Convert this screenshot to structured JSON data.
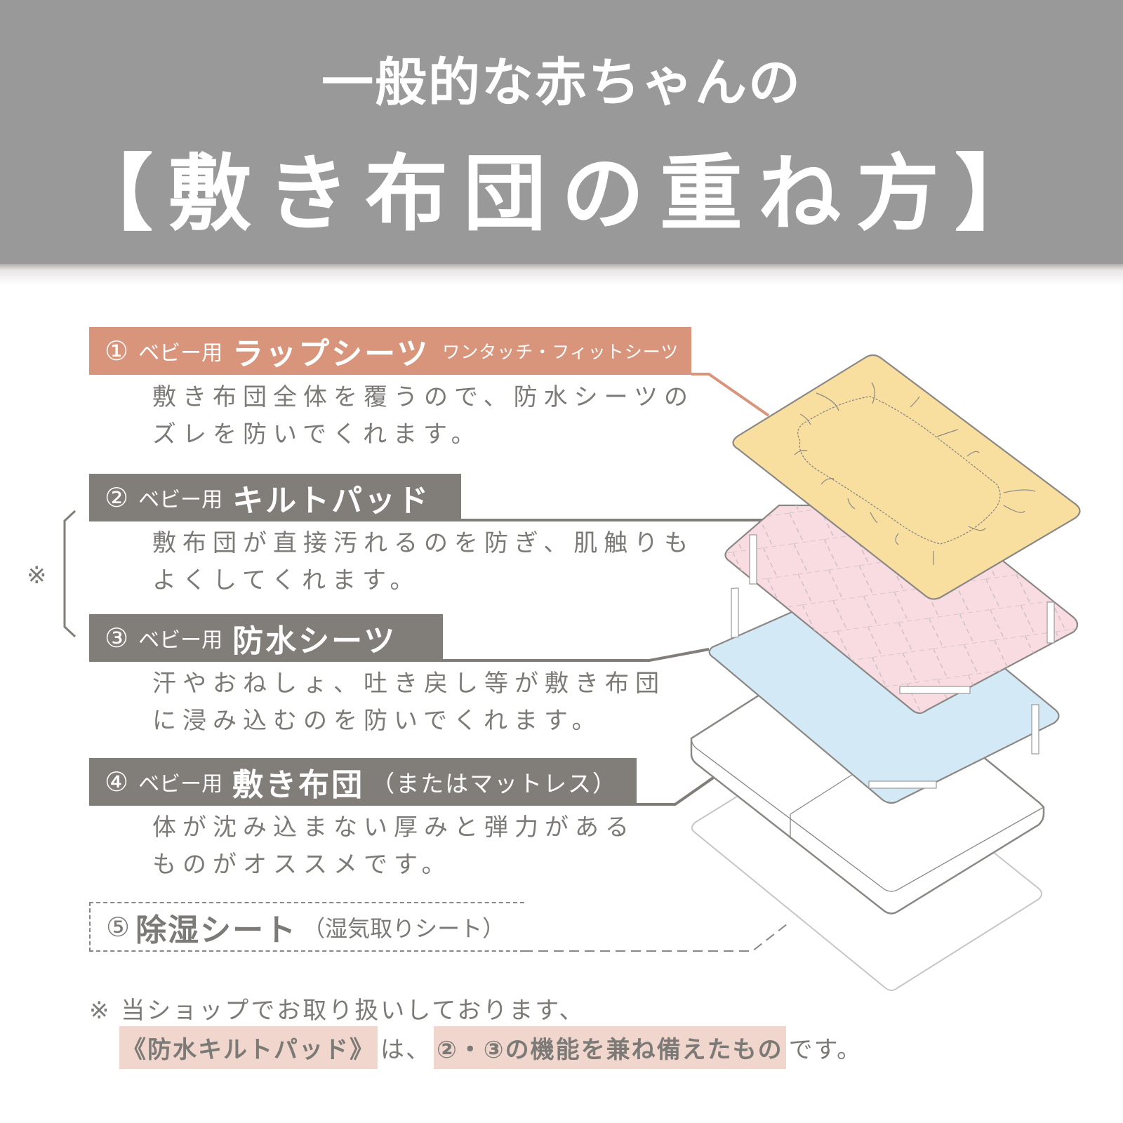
{
  "header": {
    "subtitle": "一般的な赤ちゃんの",
    "title": "【敷き布団の重ね方】",
    "background": "#999999"
  },
  "layers": [
    {
      "number": "①",
      "prefix": "ベビー用",
      "name": "ラップシーツ",
      "suffix": "ワンタッチ・フィットシーツ",
      "description": [
        "敷き布団全体を覆うので、防水シーツの",
        "ズレを防いでくれます。"
      ],
      "color": "#d9957c",
      "illustration_color": "#f8dfa0"
    },
    {
      "number": "②",
      "prefix": "ベビー用",
      "name": "キルトパッド",
      "description": [
        "敷布団が直接汚れるのを防ぎ、肌触りも",
        "よくしてくれます。"
      ],
      "color": "#817d79",
      "illustration_color": "#f9dce1"
    },
    {
      "number": "③",
      "prefix": "ベビー用",
      "name": "防水シーツ",
      "description": [
        "汗やおねしょ、吐き戻し等が敷き布団",
        "に浸み込むのを防いでくれます。"
      ],
      "color": "#817d79",
      "illustration_color": "#d3e9f6"
    },
    {
      "number": "④",
      "prefix": "ベビー用",
      "name": "敷き布団",
      "paren": "（またはマットレス）",
      "description": [
        "体が沈み込まない厚みと弾力がある",
        "ものがオススメです。"
      ],
      "color": "#817d79",
      "illustration_color": "#ffffff"
    },
    {
      "number": "⑤",
      "name": "除湿シート",
      "paren": "（湿気取りシート）",
      "style": "dashed"
    }
  ],
  "bracket_mark": "※",
  "note": {
    "line1": "※ 当ショップでお取り扱いしております、",
    "product": "《防水キルトパッド》",
    "connector": "は、",
    "highlight": "②・③の機能を兼ね備えたもの",
    "ending": "です。",
    "highlight_color": "#f1d6ce"
  }
}
